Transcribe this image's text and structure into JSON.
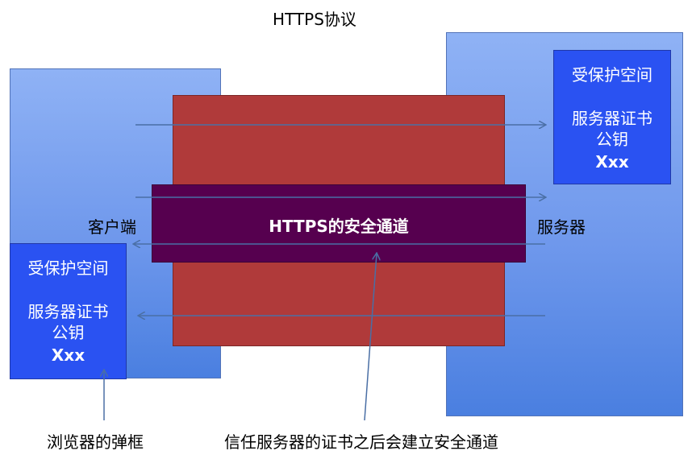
{
  "title": "HTTPS协议",
  "client": {
    "label": "客户端",
    "protected_box": {
      "title": "受保护空间",
      "line2": "服务器证书",
      "line3": "公钥",
      "line4": "Xxx"
    },
    "caption": "浏览器的弹框"
  },
  "server": {
    "label": "服务器",
    "protected_box": {
      "title": "受保护空间",
      "line2": "服务器证书",
      "line3": "公钥",
      "line4": "Xxx"
    }
  },
  "channel": {
    "label": "HTTPS的安全通道"
  },
  "caption_trust": "信任服务器的证书之后会建立安全通道",
  "colors": {
    "panel": "#6f98ec",
    "red_block": "#b03a3a",
    "channel": "#56004f",
    "protected_box": "#2a52f2",
    "arrow": "#4a6fa5"
  }
}
